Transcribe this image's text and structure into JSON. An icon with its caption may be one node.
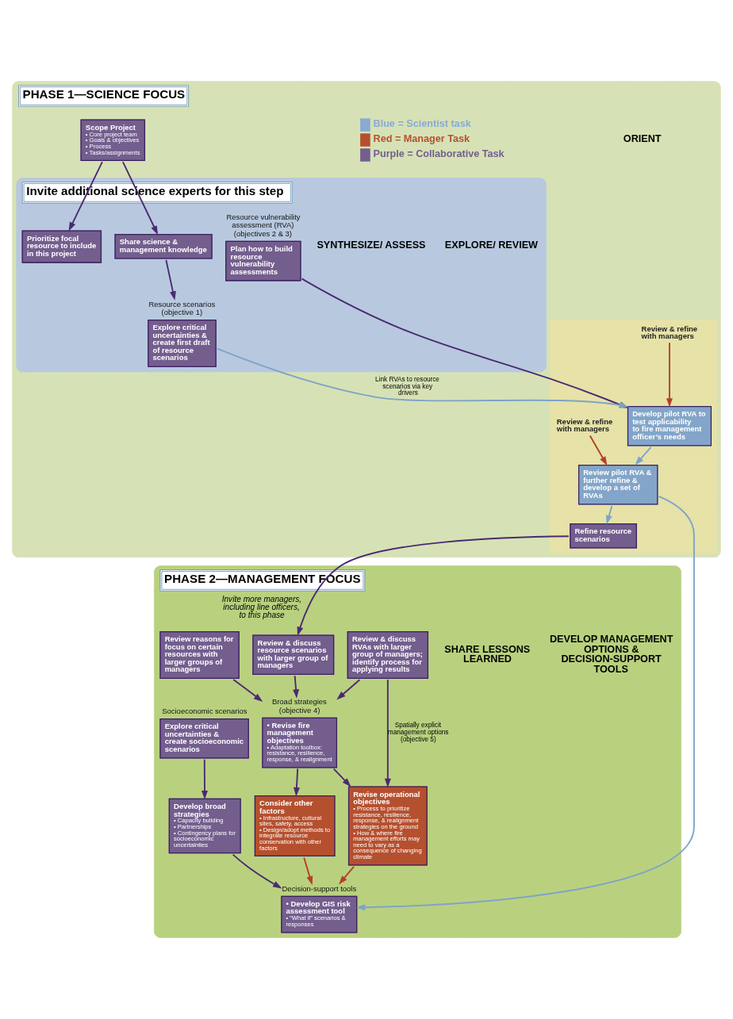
{
  "diagram": {
    "nodes": [
      {
        "text": [
          "PHASE 1—SCIENCE FOCUS"
        ]
      },
      {
        "text": [
          "Scope Project",
          "• Core project team",
          "• Goals & objectives",
          "• Process",
          "• Tasks/assignments"
        ],
        "in": 0
      },
      {
        "text": [
          "Invite additional science experts for this step"
        ],
        "in": 0
      },
      {
        "text": [
          "Prioritize focal resource to include in this project"
        ],
        "in": 2
      },
      {
        "text": [
          "Share science & management knowledge"
        ],
        "in": 2
      },
      {
        "text": [
          "Plan how to build resource vulnerability assessments"
        ],
        "in": 2,
        "beside": [
          "Resource vulnerability assessment (RVA) (objectives 2 & 3)"
        ]
      },
      {
        "text": [
          "Explore critical uncertainties & create first draft of resource scenarios"
        ],
        "in": 2,
        "beside": [
          "Resource scenarios (objective 1)"
        ]
      },
      {
        "text": [],
        "shape": "box",
        "in": 0
      },
      {
        "text": [
          "Develop pilot RVA to test applicability to fire management officer’s needs"
        ],
        "in": 7
      },
      {
        "text": [
          "Review pilot RVA & further refine & develop a set of RVAs"
        ],
        "in": 7
      },
      {
        "text": [
          "Refine resource scenarios"
        ],
        "in": 7
      },
      {
        "text": [
          "Review & refine with managers"
        ],
        "in": 7
      },
      {
        "text": [
          "Review & refine with managers"
        ],
        "in": 7
      },
      {
        "text": [
          "PHASE 2—MANAGEMENT FOCUS",
          "Invite more managers, including line officers, to this phase"
        ]
      },
      {
        "text": [
          "Review & discuss RVAs with larger group of managers; identify process for applying results"
        ],
        "in": 13
      },
      {
        "text": [
          "Review & discuss resource scenarios with larger group of managers"
        ],
        "in": 13
      },
      {
        "text": [
          "Review reasons for focus on certain resources with larger groups of managers"
        ],
        "in": 13
      },
      {
        "text": [
          "Explore critical uncertainties & create socioeconomic scenarios"
        ],
        "in": 13,
        "beside": [
          "Socioeconomic scenarios"
        ]
      },
      {
        "text": [
          "Develop broad strategies",
          "• Capacity building",
          "• Partnerships",
          "• Contingency plans for socioeconomic uncertainties"
        ],
        "in": 13
      },
      {
        "text": [
          "• Revise fire management objectives",
          "• Adaptation toolbox: resistance, resilience, response, & realignment"
        ],
        "in": 13,
        "beside": [
          "Broad strategies (objective 4)"
        ]
      },
      {
        "text": [
          "Revise operational objectives",
          "• Process to prioritize resistance, resilience, response, & realignment strategies on the ground",
          "• How & where fire management efforts may need to vary as a consequence of changing climate"
        ],
        "in": 13
      },
      {
        "text": [
          "Consider other factors",
          "• Infrastructure, cultural sites, safety, access",
          "• Design/adopt methods to integrate resource conservation with other factors"
        ],
        "in": 13
      },
      {
        "text": [
          "• Develop GIS risk assessment tool",
          "• “What if” scenarios & responses"
        ],
        "in": 13,
        "beside": [
          "Decision-support tools"
        ]
      }
    ],
    "edges": [
      {
        "from": 1,
        "to": 3,
        "arrow": "to"
      },
      {
        "from": 1,
        "to": 4,
        "arrow": "to"
      },
      {
        "from": 4,
        "to": 6,
        "arrow": "to"
      },
      {
        "from": 5,
        "to": 8,
        "arrow": "to"
      },
      {
        "from": 6,
        "to": 8,
        "arrow": "to",
        "label": "Link RVAs to resource scenarios via key drivers",
        "color": "#7fa3c8"
      },
      {
        "from": 11,
        "to": 8,
        "arrow": "to",
        "color": "#b5402a"
      },
      {
        "from": 8,
        "to": 9,
        "arrow": "to",
        "color": "#7fa3c8"
      },
      {
        "from": 12,
        "to": 9,
        "arrow": "to",
        "color": "#b5402a"
      },
      {
        "from": 9,
        "to": 10,
        "arrow": "to",
        "color": "#7fa3c8"
      },
      {
        "from": 10,
        "to": 15,
        "arrow": "to"
      },
      {
        "from": 9,
        "to": 22,
        "arrow": "to",
        "color": "#7fa3c8"
      },
      {
        "from": 14,
        "to": 19,
        "arrow": "to"
      },
      {
        "from": 15,
        "to": 19,
        "arrow": "to"
      },
      {
        "from": 16,
        "to": 19,
        "arrow": "to"
      },
      {
        "from": 14,
        "to": 20,
        "arrow": "to",
        "label": "Spatially explicit management options (objective 5)"
      },
      {
        "from": 19,
        "to": 20,
        "arrow": "to"
      },
      {
        "from": 19,
        "to": 21,
        "arrow": "to"
      },
      {
        "from": 17,
        "to": 18,
        "arrow": "to"
      },
      {
        "from": 18,
        "to": 22,
        "arrow": "to"
      },
      {
        "from": 20,
        "to": 22,
        "arrow": "to",
        "color": "#b5402a"
      },
      {
        "from": 21,
        "to": 22,
        "arrow": "to",
        "color": "#b5402a"
      }
    ],
    "labels": [
      "ORIENT",
      "EXPLORE/ REVIEW",
      "SYNTHESIZE/ ASSESS",
      "DEVELOP MANAGEMENT OPTIONS & DECISION-SUPPORT TOOLS",
      "SHARE LESSONS LEARNED"
    ],
    "legend": [
      {
        "text": "Blue = Scientist task",
        "color": "#8aaad0"
      },
      {
        "text": "Red = Manager Task",
        "color": "#b5502f"
      },
      {
        "text": "Purple = Collaborative Task",
        "color": "#735e8e"
      }
    ]
  }
}
